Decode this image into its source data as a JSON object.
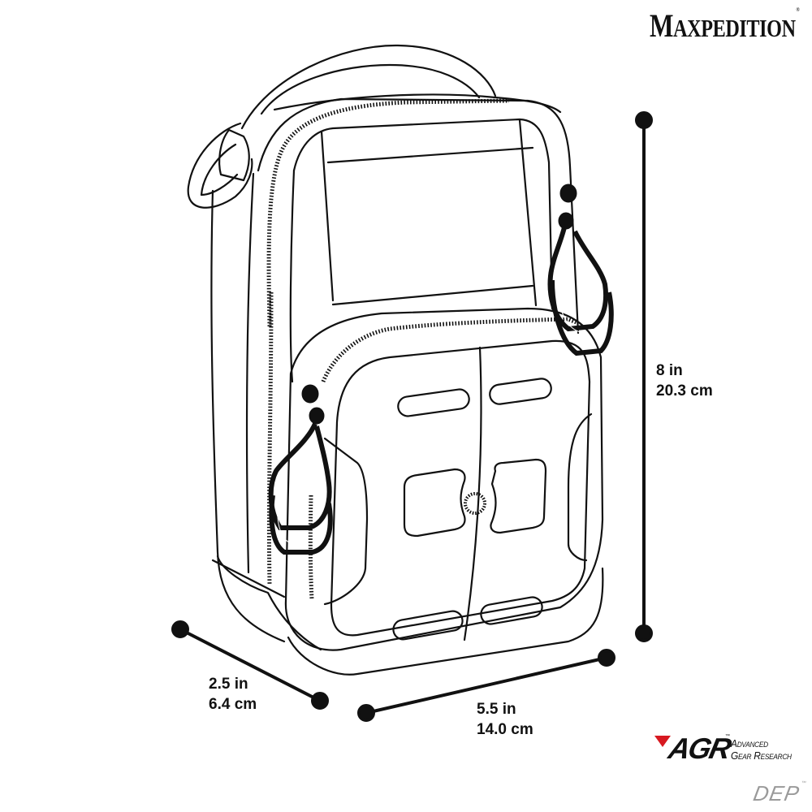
{
  "brand": {
    "name": "MAXPEDITION",
    "first_letter": "M",
    "rest": "AXPEDITION",
    "registered": "®"
  },
  "product": {
    "line_logo": "AGR",
    "line_logo_tm": "™",
    "line_name_1": "Advanced",
    "line_name_2": "Gear Research",
    "model": "DEP",
    "model_tm": "™",
    "accent_color": "#d71920",
    "model_color": "#9a9a9a"
  },
  "dimensions": {
    "height": {
      "imperial": "8 in",
      "metric": "20.3 cm"
    },
    "width": {
      "imperial": "5.5 in",
      "metric": "14.0 cm"
    },
    "depth": {
      "imperial": "2.5 in",
      "metric": "6.4 cm"
    }
  },
  "illustration": {
    "subject": "pouch-line-drawing",
    "line_color": "#111111",
    "background": "#ffffff"
  }
}
